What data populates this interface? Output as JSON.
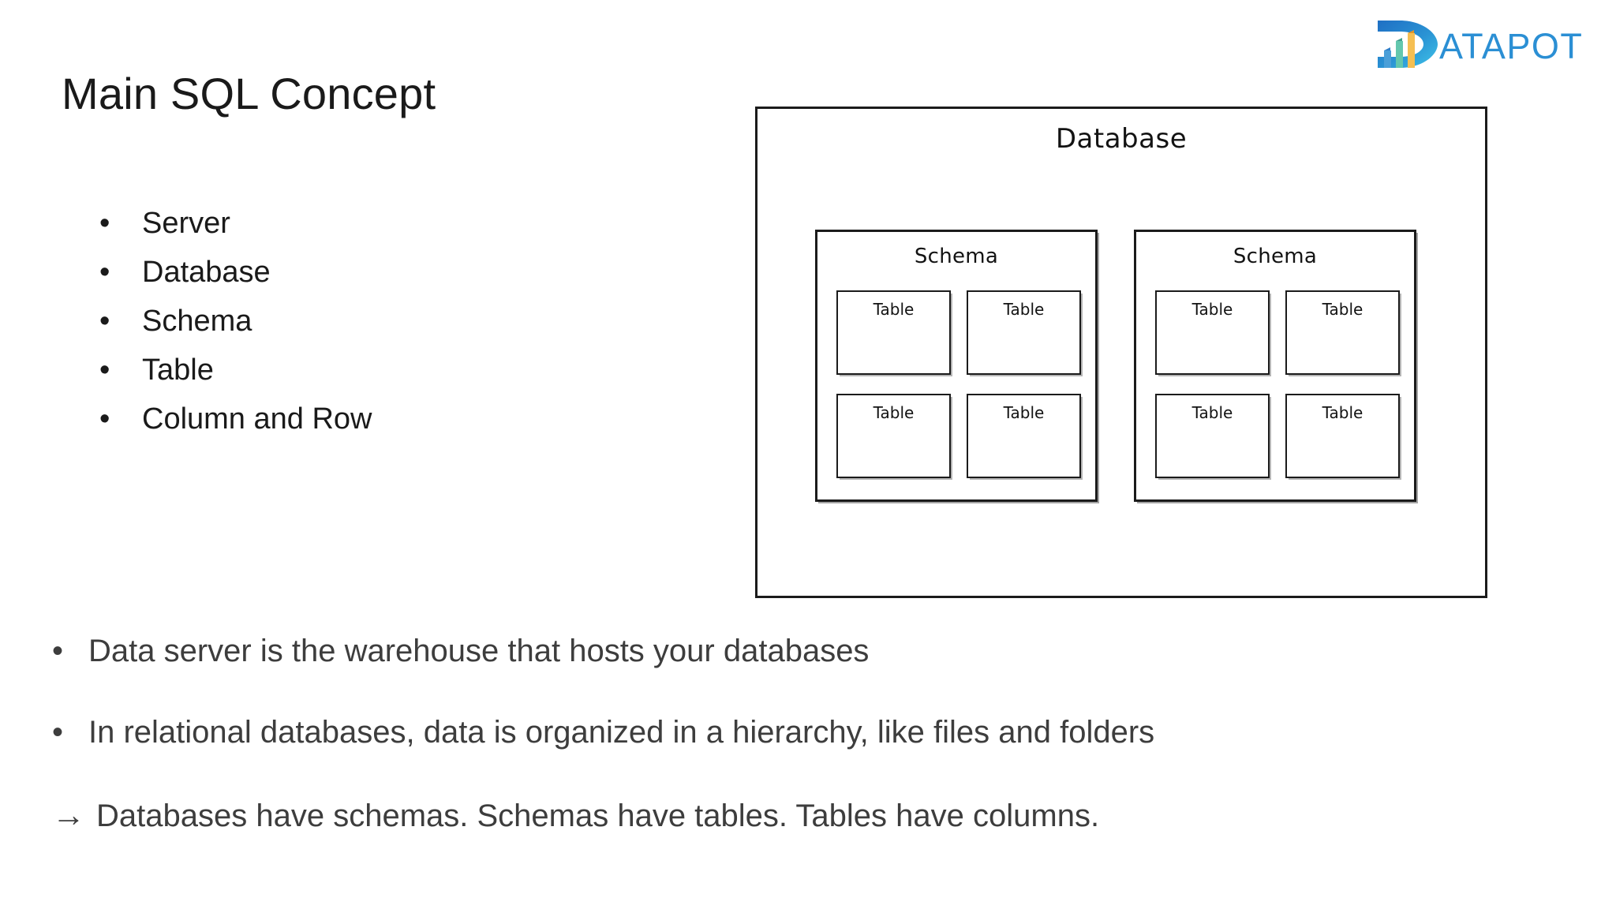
{
  "slide": {
    "title": "Main SQL Concept",
    "background_color": "#ffffff",
    "text_color": "#3d3d3d"
  },
  "logo": {
    "name": "datapot-logo",
    "wordmark": "ATAPOT",
    "initial_letter": "D",
    "colors": {
      "blue_dark": "#1f6fc4",
      "blue_light": "#35b6e3",
      "bar_blue": "#3b8fd6",
      "bar_teal": "#57bda6",
      "bar_orange": "#f2a93b",
      "bar_yellow": "#f5c65a",
      "text_blue": "#2b8fd4"
    }
  },
  "concepts": {
    "bullet_glyph": "•",
    "items": [
      {
        "label": "Server"
      },
      {
        "label": "Database"
      },
      {
        "label": "Schema"
      },
      {
        "label": "Table"
      },
      {
        "label": "Column and Row"
      }
    ]
  },
  "diagram": {
    "name": "database-hierarchy-diagram",
    "outer_label": "Database",
    "schemas": [
      {
        "label": "Schema",
        "tables": [
          {
            "label": "Table"
          },
          {
            "label": "Table"
          },
          {
            "label": "Table"
          },
          {
            "label": "Table"
          }
        ]
      },
      {
        "label": "Schema",
        "tables": [
          {
            "label": "Table"
          },
          {
            "label": "Table"
          },
          {
            "label": "Table"
          },
          {
            "label": "Table"
          }
        ]
      }
    ]
  },
  "notes": {
    "lines": [
      {
        "marker": "•",
        "text": "Data server is the warehouse that hosts your databases"
      },
      {
        "marker": "•",
        "text": "In relational databases, data is organized in a hierarchy, like files and folders"
      },
      {
        "marker": "→",
        "text": "Databases have schemas. Schemas have tables. Tables have columns."
      }
    ]
  }
}
